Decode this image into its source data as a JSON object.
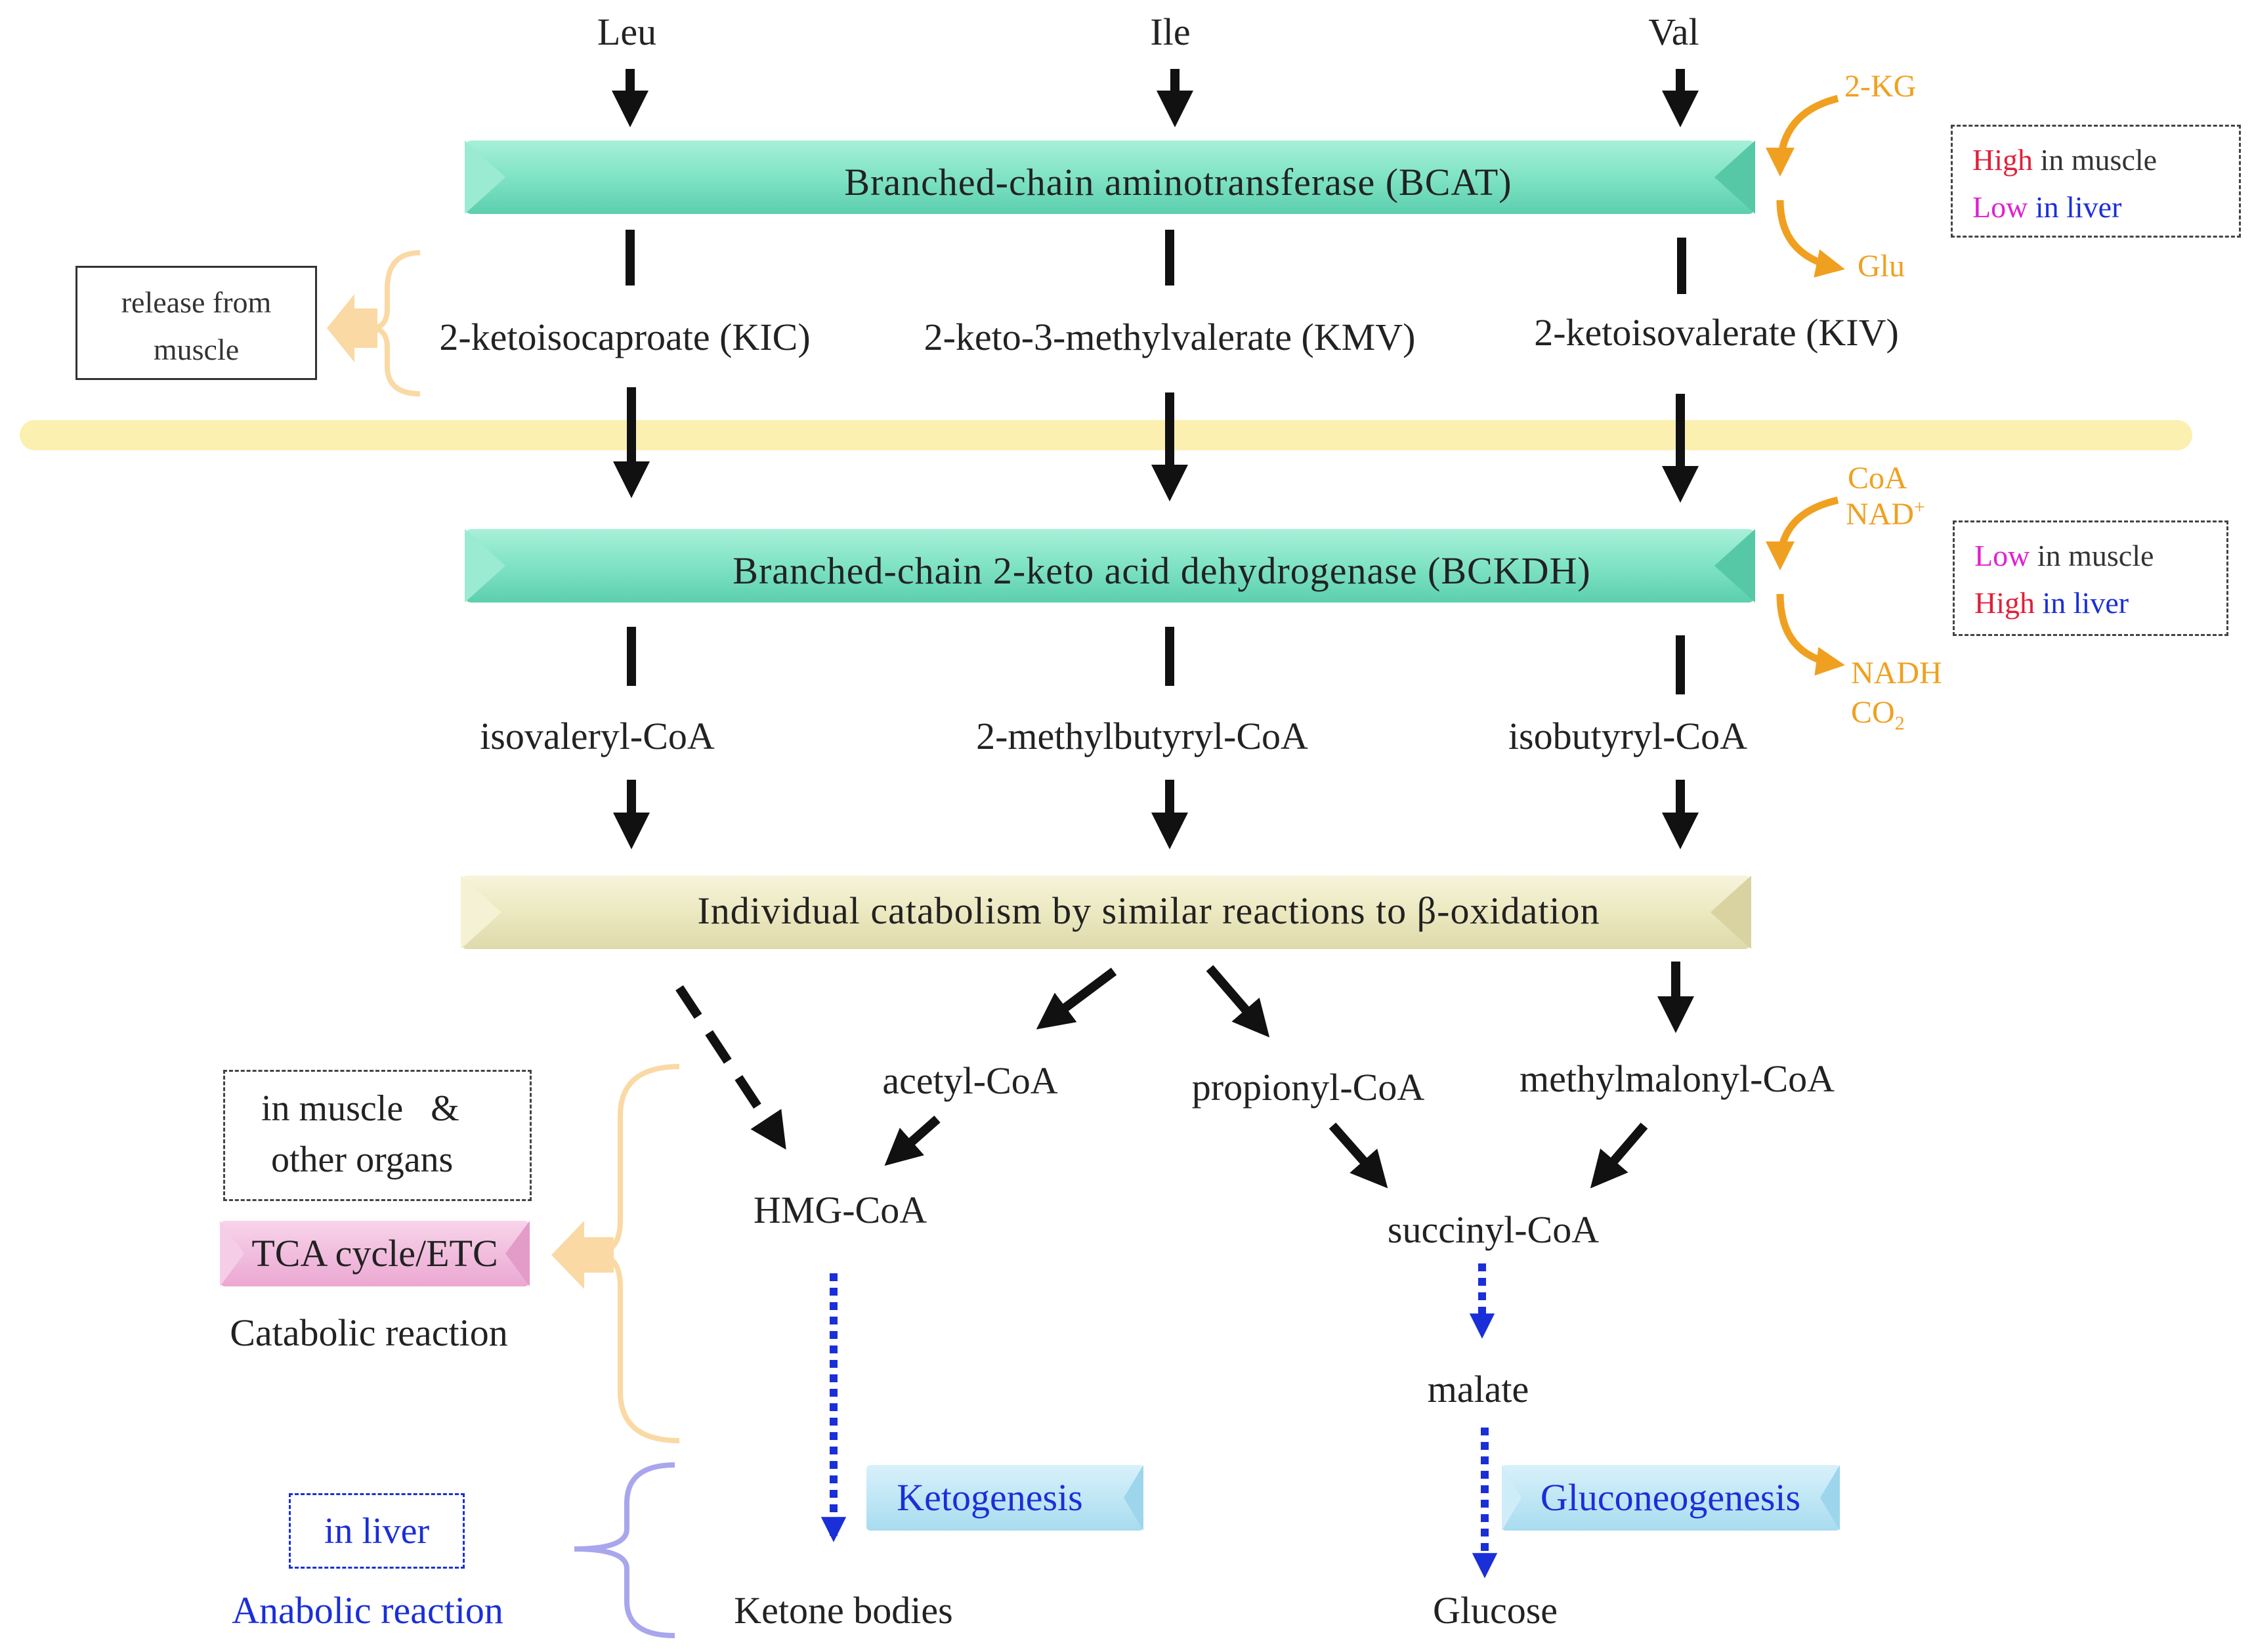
{
  "amino_acids": [
    "Leu",
    "Ile",
    "Val"
  ],
  "enzymes": {
    "bcat": "Branched-chain aminotransferase (BCAT)",
    "bckdh": "Branched-chain 2-keto acid dehydrogenase (BCKDH)",
    "individual": "Individual catabolism by similar reactions to β-oxidation"
  },
  "keto_acids": [
    "2-ketoisocaproate (KIC)",
    "2-keto-3-methylvalerate (KMV)",
    "2-ketoisovalerate (KIV)"
  ],
  "acyl_coas": [
    "isovaleryl-CoA",
    "2-methylbutyryl-CoA",
    "isobutyryl-CoA"
  ],
  "intermediates": {
    "acetyl_coa": "acetyl-CoA",
    "propionyl_coa": "propionyl-CoA",
    "methylmalonyl_coa": "methylmalonyl-CoA",
    "hmg_coa": "HMG-CoA",
    "succinyl_coa": "succinyl-CoA",
    "malate": "malate",
    "ketone_bodies": "Ketone bodies",
    "glucose": "Glucose"
  },
  "cofactors": {
    "bcat_in": "2-KG",
    "bcat_out": "Glu",
    "bckdh_in_1": "CoA",
    "bckdh_in_2": "NAD",
    "bckdh_in_2_sup": "+",
    "bckdh_out_1": "NADH",
    "bckdh_out_2": "CO",
    "bckdh_out_2_sub": "2"
  },
  "bcat_legend": {
    "line1_level": "High",
    "line1_rest": "in muscle",
    "line2_level": "Low",
    "line2_rest": "in liver"
  },
  "bckdh_legend": {
    "line1_level": "Low",
    "line1_rest": "in muscle",
    "line2_level": "High",
    "line2_rest": "in liver"
  },
  "release": {
    "line1": "release from",
    "line2": "muscle"
  },
  "catabolic": {
    "location_line1": "in muscle   &",
    "location_line2": "other organs",
    "pill": "TCA cycle/ETC",
    "label": "Catabolic reaction"
  },
  "anabolic": {
    "location": "in liver",
    "label": "Anabolic reaction"
  },
  "pathways": {
    "ketogenesis": "Ketogenesis",
    "gluconeogenesis": "Gluconeogenesis"
  },
  "colors": {
    "bar_teal": "#7FE3C4",
    "bar_yellow": "#EEEBC4",
    "membrane": "#FCF0B0",
    "cofactor": "#F0A020",
    "catabolic_brace": "#FAD9A4",
    "anabolic_brace": "#A9A6EE",
    "pathway_blue": "#1a2fd8",
    "pathway_box": "#BFE6F4",
    "tca_pill": "#F4BFE0"
  }
}
